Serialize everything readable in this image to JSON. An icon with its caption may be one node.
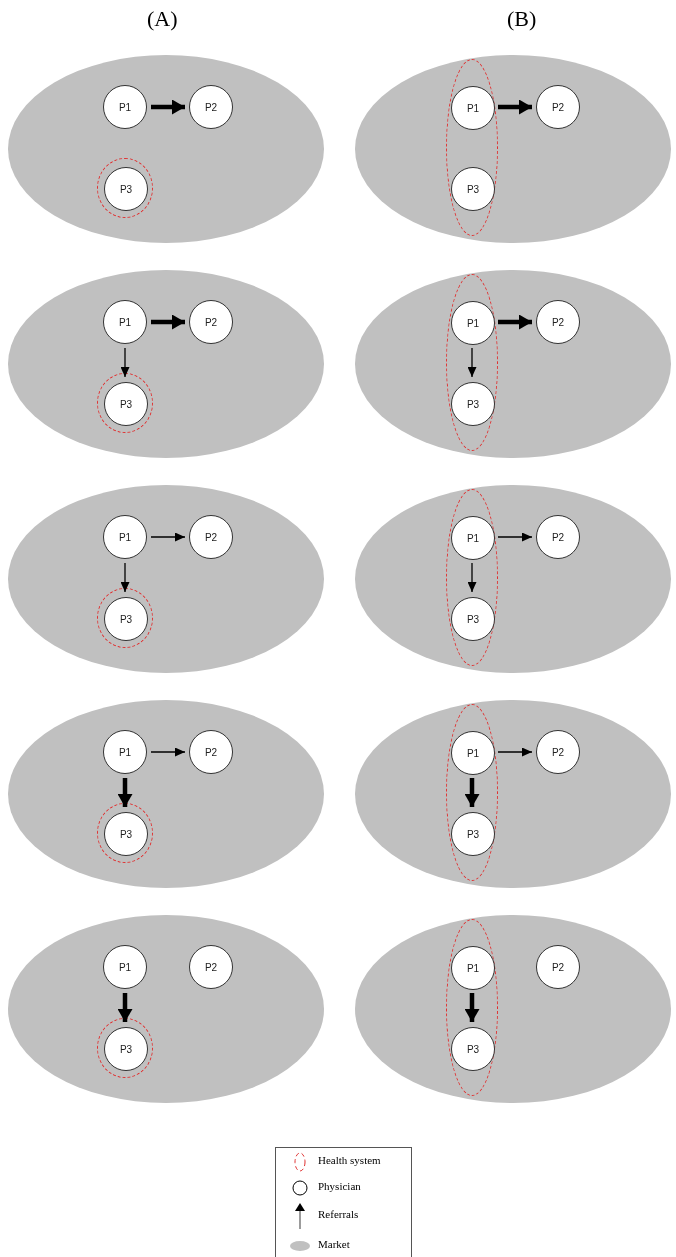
{
  "diagram": {
    "nodes": [
      {
        "text": [],
        "shape": "ellipse"
      },
      {
        "text": [],
        "shape": "ellipse",
        "in": 0
      },
      {
        "text": [
          "P1"
        ],
        "in": 0
      },
      {
        "text": [
          "P2"
        ],
        "in": 0
      },
      {
        "text": [
          "P3"
        ],
        "in": 1
      },
      {
        "text": [],
        "shape": "ellipse"
      },
      {
        "text": [],
        "shape": "ellipse",
        "in": 5
      },
      {
        "text": [
          "P1"
        ],
        "in": 6
      },
      {
        "text": [
          "P2"
        ],
        "in": 5
      },
      {
        "text": [
          "P3"
        ],
        "in": 6
      },
      {
        "text": [],
        "shape": "ellipse"
      },
      {
        "text": [],
        "shape": "ellipse",
        "in": 10
      },
      {
        "text": [
          "P1"
        ],
        "in": 10
      },
      {
        "text": [
          "P2"
        ],
        "in": 10
      },
      {
        "text": [
          "P3"
        ],
        "in": 11
      },
      {
        "text": [],
        "shape": "ellipse"
      },
      {
        "text": [],
        "shape": "ellipse",
        "in": 15
      },
      {
        "text": [
          "P1"
        ],
        "in": 16
      },
      {
        "text": [
          "P2"
        ],
        "in": 15
      },
      {
        "text": [
          "P3"
        ],
        "in": 16
      },
      {
        "text": [],
        "shape": "ellipse"
      },
      {
        "text": [],
        "shape": "ellipse",
        "in": 20
      },
      {
        "text": [
          "P1"
        ],
        "in": 20
      },
      {
        "text": [
          "P2"
        ],
        "in": 20
      },
      {
        "text": [
          "P3"
        ],
        "in": 21
      },
      {
        "text": [],
        "shape": "ellipse"
      },
      {
        "text": [],
        "shape": "ellipse",
        "in": 25
      },
      {
        "text": [
          "P1"
        ],
        "in": 26
      },
      {
        "text": [
          "P2"
        ],
        "in": 25
      },
      {
        "text": [
          "P3"
        ],
        "in": 26
      },
      {
        "text": [],
        "shape": "ellipse"
      },
      {
        "text": [],
        "shape": "ellipse",
        "in": 30
      },
      {
        "text": [
          "P1"
        ],
        "in": 30
      },
      {
        "text": [
          "P2"
        ],
        "in": 30
      },
      {
        "text": [
          "P3"
        ],
        "in": 31
      },
      {
        "text": [],
        "shape": "ellipse"
      },
      {
        "text": [],
        "shape": "ellipse",
        "in": 35
      },
      {
        "text": [
          "P1"
        ],
        "in": 36
      },
      {
        "text": [
          "P2"
        ],
        "in": 35
      },
      {
        "text": [
          "P3"
        ],
        "in": 36
      },
      {
        "text": [],
        "shape": "ellipse"
      },
      {
        "text": [],
        "shape": "ellipse",
        "in": 40
      },
      {
        "text": [
          "P1"
        ],
        "in": 40
      },
      {
        "text": [
          "P2"
        ],
        "in": 40
      },
      {
        "text": [
          "P3"
        ],
        "in": 41
      },
      {
        "text": [],
        "shape": "ellipse"
      },
      {
        "text": [],
        "shape": "ellipse",
        "in": 45
      },
      {
        "text": [
          "P1"
        ],
        "in": 46
      },
      {
        "text": [
          "P2"
        ],
        "in": 45
      },
      {
        "text": [
          "P3"
        ],
        "in": 46
      }
    ],
    "edges": [
      {
        "from": 2,
        "to": 3,
        "arrow": "to",
        "style": "thick"
      },
      {
        "from": 7,
        "to": 8,
        "arrow": "to",
        "style": "thick"
      },
      {
        "from": 12,
        "to": 13,
        "arrow": "to",
        "style": "thick"
      },
      {
        "from": 12,
        "to": 14,
        "arrow": "to"
      },
      {
        "from": 17,
        "to": 18,
        "arrow": "to",
        "style": "thick"
      },
      {
        "from": 17,
        "to": 19,
        "arrow": "to"
      },
      {
        "from": 22,
        "to": 23,
        "arrow": "to"
      },
      {
        "from": 22,
        "to": 24,
        "arrow": "to"
      },
      {
        "from": 27,
        "to": 28,
        "arrow": "to"
      },
      {
        "from": 27,
        "to": 29,
        "arrow": "to"
      },
      {
        "from": 32,
        "to": 33,
        "arrow": "to"
      },
      {
        "from": 32,
        "to": 34,
        "arrow": "to",
        "style": "thick"
      },
      {
        "from": 37,
        "to": 38,
        "arrow": "to"
      },
      {
        "from": 37,
        "to": 39,
        "arrow": "to",
        "style": "thick"
      },
      {
        "from": 42,
        "to": 44,
        "arrow": "to",
        "style": "thick"
      },
      {
        "from": 47,
        "to": 49,
        "arrow": "to",
        "style": "thick"
      }
    ],
    "labels": [
      "(A)",
      "(B)"
    ],
    "legend": [
      {
        "text": "Health system"
      },
      {
        "text": "Physician"
      },
      {
        "text": "Referrals"
      },
      {
        "text": "Market",
        "color": "#c0c0c0"
      }
    ]
  }
}
